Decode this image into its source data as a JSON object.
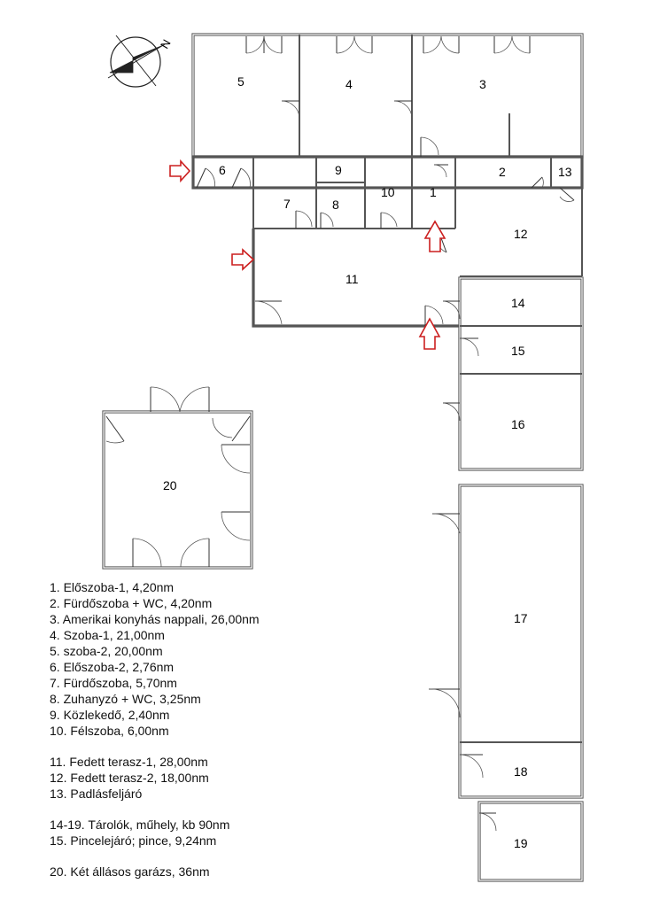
{
  "compass": {
    "label": "N"
  },
  "rooms": [
    {
      "id": "1",
      "label": "1"
    },
    {
      "id": "2",
      "label": "2"
    },
    {
      "id": "3",
      "label": "3"
    },
    {
      "id": "4",
      "label": "4"
    },
    {
      "id": "5",
      "label": "5"
    },
    {
      "id": "6",
      "label": "6"
    },
    {
      "id": "7",
      "label": "7"
    },
    {
      "id": "8",
      "label": "8"
    },
    {
      "id": "9",
      "label": "9"
    },
    {
      "id": "10",
      "label": "10"
    },
    {
      "id": "11",
      "label": "11"
    },
    {
      "id": "12",
      "label": "12"
    },
    {
      "id": "13",
      "label": "13"
    },
    {
      "id": "14",
      "label": "14"
    },
    {
      "id": "15",
      "label": "15"
    },
    {
      "id": "16",
      "label": "16"
    },
    {
      "id": "17",
      "label": "17"
    },
    {
      "id": "18",
      "label": "18"
    },
    {
      "id": "19",
      "label": "19"
    },
    {
      "id": "20",
      "label": "20"
    }
  ],
  "legend": {
    "group1": [
      "1. Előszoba-1, 4,20nm",
      "2. Fürdőszoba + WC, 4,20nm",
      "3. Amerikai konyhás nappali, 26,00nm",
      "4. Szoba-1, 21,00nm",
      "5. szoba-2, 20,00nm",
      "6. Előszoba-2, 2,76nm",
      "7. Fürdőszoba, 5,70nm",
      "8. Zuhanyzó + WC, 3,25nm",
      "9. Közlekedő, 2,40nm",
      "10. Félszoba, 6,00nm"
    ],
    "group2": [
      "11. Fedett terasz-1, 28,00nm",
      "12. Fedett terasz-2, 18,00nm",
      "13. Padlásfeljáró"
    ],
    "group3": [
      "14-19. Tárolók, műhely, kb 90nm",
      "15. Pincelejáró; pince, 9,24nm"
    ],
    "group4": [
      "20. Két állásos garázs, 36nm"
    ]
  },
  "colors": {
    "wall": "#555555",
    "entry_arrow": "#cc1f1f",
    "background": "#ffffff"
  }
}
